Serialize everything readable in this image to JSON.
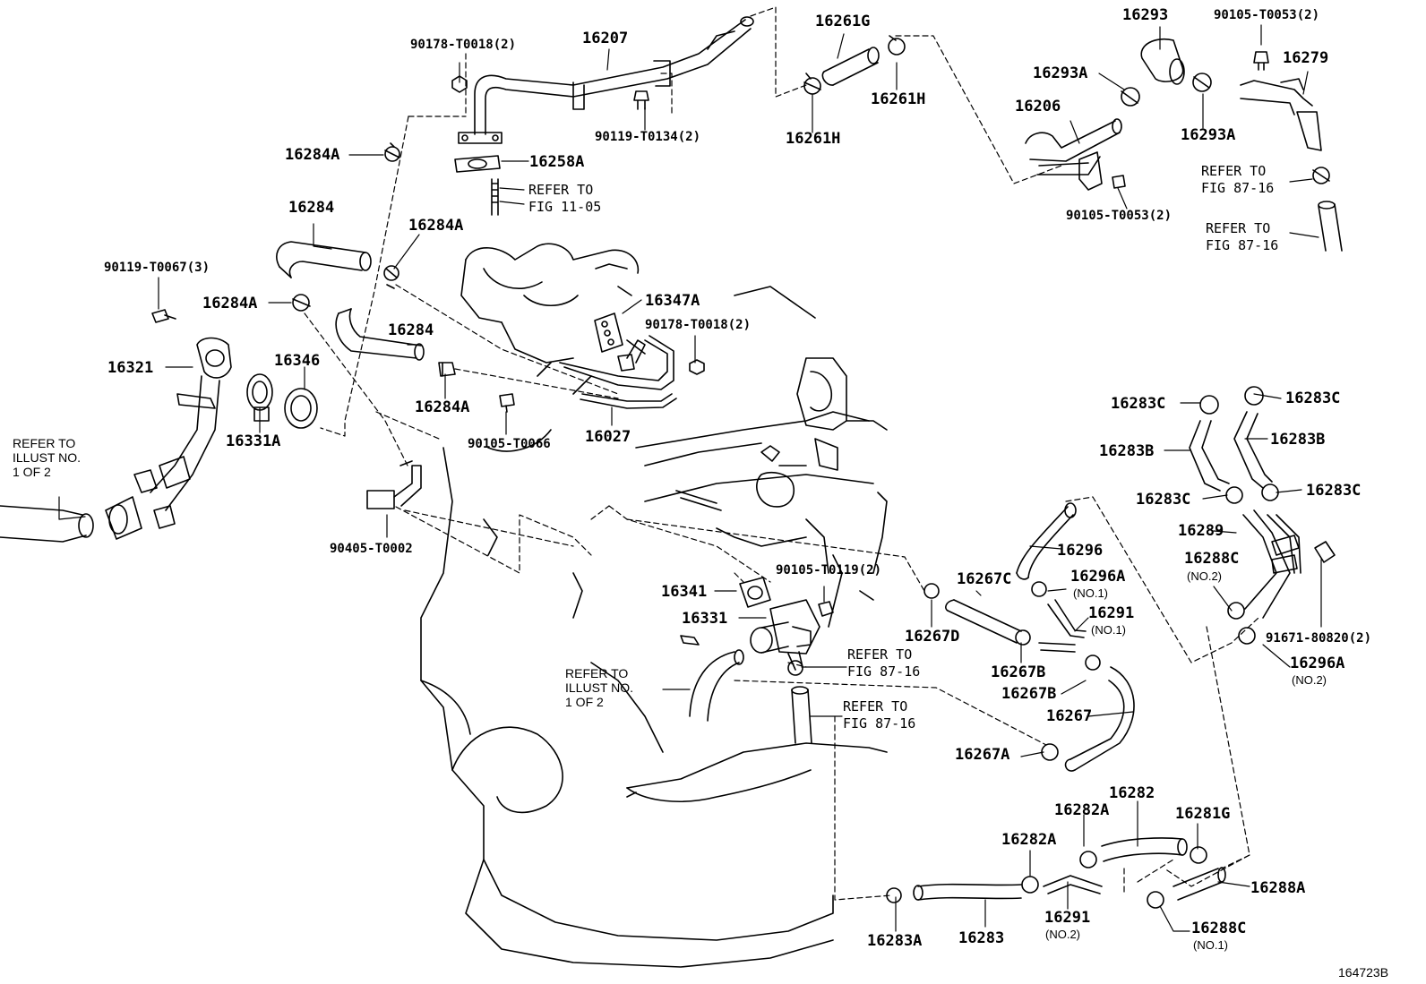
{
  "labels": {
    "l16207": "16207",
    "l90178a": "90178-T0018(2)",
    "l90119b": "90119-T0134(2)",
    "l16258A": "16258A",
    "lRef1105": "REFER TO\nFIG 11-05",
    "l16284A_1": "16284A",
    "l16284_1": "16284",
    "l16284A_2": "16284A",
    "l90119a": "90119-T0067(3)",
    "l16284A_3": "16284A",
    "l16321": "16321",
    "l16346": "16346",
    "l16284_2": "16284",
    "l16331A": "16331A",
    "l16284A_4": "16284A",
    "l16347A": "16347A",
    "l90178b": "90178-T0018(2)",
    "l90105a": "90105-T0066",
    "l16027": "16027",
    "lRefIllust1": "REFER TO\nILLUST NO.\n1 OF 2",
    "l90405": "90405-T0002",
    "l16261G": "16261G",
    "l16261H_1": "16261H",
    "l16261H_2": "16261H",
    "l16293": "16293",
    "l90105b": "90105-T0053(2)",
    "l16279": "16279",
    "l16293A_1": "16293A",
    "l16206": "16206",
    "l16293A_2": "16293A",
    "lRef8716a": "REFER TO\nFIG 87-16",
    "l90105c": "90105-T0053(2)",
    "lRef8716b": "REFER TO\nFIG 87-16",
    "l16283C_1": "16283C",
    "l16283C_2": "16283C",
    "l16283B_1": "16283B",
    "l16283B_2": "16283B",
    "l16283C_3": "16283C",
    "l16283C_4": "16283C",
    "l16289": "16289",
    "l16288C_2": "16288C",
    "l16288C_2n": "(NO.2)",
    "l91671": "91671-80820(2)",
    "l16296A_2": "16296A",
    "l16296A_2n": "(NO.2)",
    "l16296": "16296",
    "l16296A_1": "16296A",
    "l16296A_1n": "(NO.1)",
    "l16291_1": "16291",
    "l16291_1n": "(NO.1)",
    "l16267C": "16267C",
    "l16267D": "16267D",
    "l16267B_1": "16267B",
    "l16267B_2": "16267B",
    "l16267": "16267",
    "l16267A": "16267A",
    "l16341": "16341",
    "l90105d": "90105-T0119(2)",
    "l16331": "16331",
    "lRef8716c": "REFER TO\nFIG 87-16",
    "lRef8716d": "REFER TO\nFIG 87-16",
    "lRefIllust2": "REFER TO\nILLUST NO.\n1 OF 2",
    "l16282": "16282",
    "l16282A_1": "16282A",
    "l16282A_2": "16282A",
    "l16281G": "16281G",
    "l16288A": "16288A",
    "l16283A": "16283A",
    "l16283": "16283",
    "l16291_2": "16291",
    "l16291_2n": "(NO.2)",
    "l16288C_1": "16288C",
    "l16288C_1n": "(NO.1)",
    "figId": "164723B"
  }
}
